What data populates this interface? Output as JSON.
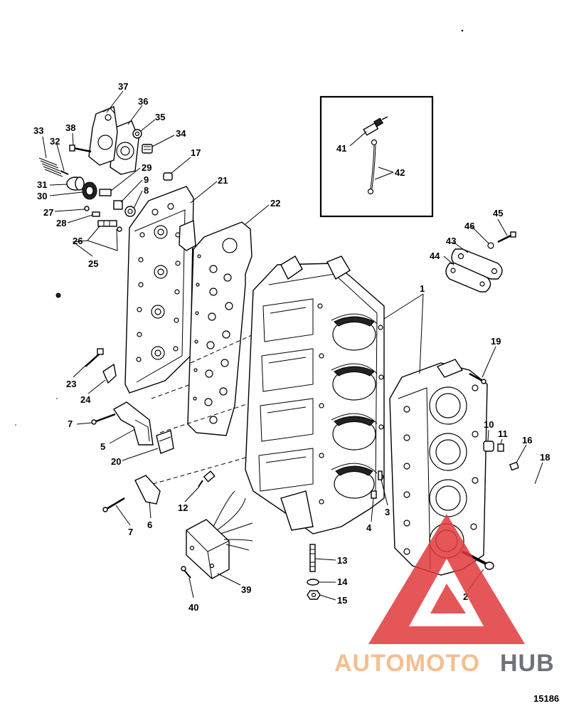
{
  "figure_number": "15186",
  "watermark": {
    "brand_part1": "AUTOMOTO",
    "brand_part2": "HUB",
    "colors": {
      "triangle": "#e0393b",
      "part1": "#f2b57e",
      "part2": "#555a62"
    }
  },
  "callouts": [
    {
      "id": "c1",
      "label": "1"
    },
    {
      "id": "c2",
      "label": "2"
    },
    {
      "id": "c3",
      "label": "3"
    },
    {
      "id": "c4",
      "label": "4"
    },
    {
      "id": "c5",
      "label": "5"
    },
    {
      "id": "c6",
      "label": "6"
    },
    {
      "id": "c7a",
      "label": "7"
    },
    {
      "id": "c7b",
      "label": "7"
    },
    {
      "id": "c8",
      "label": "8"
    },
    {
      "id": "c9",
      "label": "9"
    },
    {
      "id": "c10",
      "label": "10"
    },
    {
      "id": "c11",
      "label": "11"
    },
    {
      "id": "c12",
      "label": "12"
    },
    {
      "id": "c13",
      "label": "13"
    },
    {
      "id": "c14",
      "label": "14"
    },
    {
      "id": "c15",
      "label": "15"
    },
    {
      "id": "c16",
      "label": "16"
    },
    {
      "id": "c17",
      "label": "17"
    },
    {
      "id": "c18",
      "label": "18"
    },
    {
      "id": "c19",
      "label": "19"
    },
    {
      "id": "c20",
      "label": "20"
    },
    {
      "id": "c21",
      "label": "21"
    },
    {
      "id": "c22",
      "label": "22"
    },
    {
      "id": "c23",
      "label": "23"
    },
    {
      "id": "c24",
      "label": "24"
    },
    {
      "id": "c25",
      "label": "25"
    },
    {
      "id": "c26",
      "label": "26"
    },
    {
      "id": "c27",
      "label": "27"
    },
    {
      "id": "c28",
      "label": "28"
    },
    {
      "id": "c29",
      "label": "29"
    },
    {
      "id": "c30",
      "label": "30"
    },
    {
      "id": "c31",
      "label": "31"
    },
    {
      "id": "c32",
      "label": "32"
    },
    {
      "id": "c33",
      "label": "33"
    },
    {
      "id": "c34",
      "label": "34"
    },
    {
      "id": "c35",
      "label": "35"
    },
    {
      "id": "c36",
      "label": "36"
    },
    {
      "id": "c37",
      "label": "37"
    },
    {
      "id": "c38",
      "label": "38"
    },
    {
      "id": "c39",
      "label": "39"
    },
    {
      "id": "c40",
      "label": "40"
    },
    {
      "id": "c41",
      "label": "41"
    },
    {
      "id": "c42",
      "label": "42"
    },
    {
      "id": "c43",
      "label": "43"
    },
    {
      "id": "c44",
      "label": "44"
    },
    {
      "id": "c45",
      "label": "45"
    },
    {
      "id": "c46",
      "label": "46"
    }
  ]
}
